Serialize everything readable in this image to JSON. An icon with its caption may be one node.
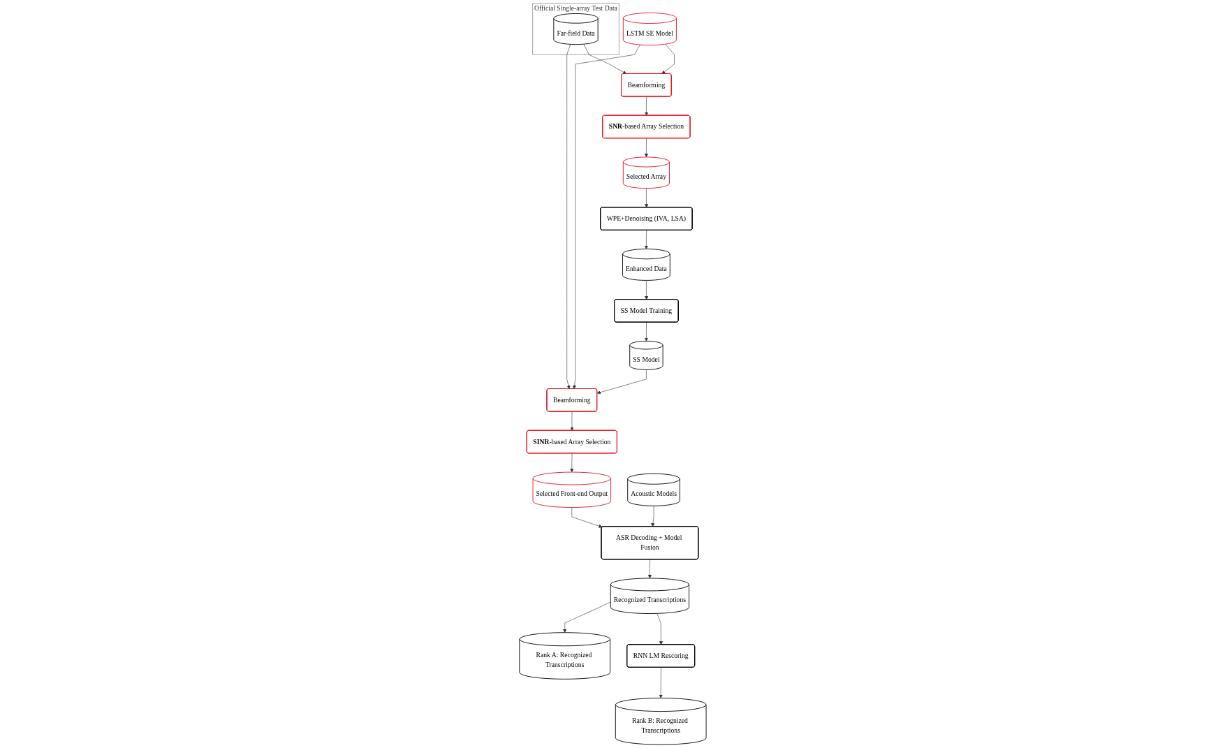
{
  "diagram": {
    "nodes": [
      {
        "text": [
          "Official Single-array Test Data"
        ]
      },
      {
        "text": [
          "Far-field Data"
        ],
        "in": 0
      },
      {
        "text": [
          "LSTM SE Model"
        ]
      },
      {
        "text": [
          "Beamforming"
        ]
      },
      {
        "text": [
          "**SNR**-based Array Selection"
        ]
      },
      {
        "text": [
          "Selected Array"
        ]
      },
      {
        "text": [
          "WPE+Denoising (IVA, LSA)"
        ]
      },
      {
        "text": [
          "Enhanced Data"
        ]
      },
      {
        "text": [
          "SS Model Training"
        ]
      },
      {
        "text": [
          "SS Model"
        ]
      },
      {
        "text": [
          "Beamforming"
        ]
      },
      {
        "text": [
          "**SINR**-based Array Selection"
        ]
      },
      {
        "text": [
          "Selected Front-end Output"
        ]
      },
      {
        "text": [
          "Acoustic Models"
        ]
      },
      {
        "text": [
          "ASR Decoding + Model Fusion"
        ]
      },
      {
        "text": [
          "Recognized Transcriptions"
        ]
      },
      {
        "text": [
          "Rank A: Recognized Transcriptions"
        ]
      },
      {
        "text": [
          "RNN LM Rescoring"
        ]
      },
      {
        "text": [
          "Rank B: Recognized Transcriptions"
        ]
      }
    ],
    "edges": [
      {
        "from": 1,
        "to": 3,
        "arrow": "to"
      },
      {
        "from": 1,
        "to": 10,
        "arrow": "to"
      },
      {
        "from": 2,
        "to": 3,
        "arrow": "to"
      },
      {
        "from": 2,
        "to": 10,
        "arrow": "to"
      },
      {
        "from": 3,
        "to": 4,
        "arrow": "to"
      },
      {
        "from": 4,
        "to": 5,
        "arrow": "to"
      },
      {
        "from": 5,
        "to": 6,
        "arrow": "to"
      },
      {
        "from": 6,
        "to": 7,
        "arrow": "to"
      },
      {
        "from": 7,
        "to": 8,
        "arrow": "to"
      },
      {
        "from": 8,
        "to": 9,
        "arrow": "to"
      },
      {
        "from": 9,
        "to": 10,
        "arrow": "to"
      },
      {
        "from": 10,
        "to": 11,
        "arrow": "to"
      },
      {
        "from": 11,
        "to": 12,
        "arrow": "to"
      },
      {
        "from": 12,
        "to": 14,
        "arrow": "to"
      },
      {
        "from": 13,
        "to": 14,
        "arrow": "to"
      },
      {
        "from": 14,
        "to": 15,
        "arrow": "to"
      },
      {
        "from": 15,
        "to": 16,
        "arrow": "to"
      },
      {
        "from": 15,
        "to": 17,
        "arrow": "to"
      },
      {
        "from": 17,
        "to": 18,
        "arrow": "to"
      }
    ]
  }
}
